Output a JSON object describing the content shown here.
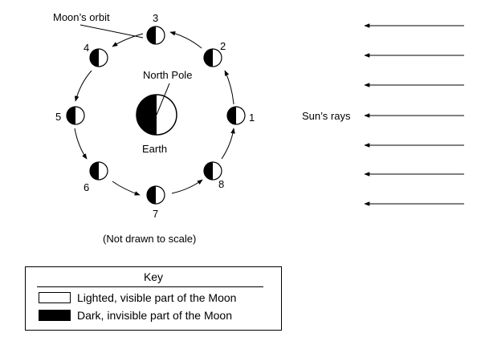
{
  "labels": {
    "moons_orbit": "Moon’s orbit",
    "north_pole": "North Pole",
    "earth": "Earth",
    "suns_rays": "Sun’s rays",
    "scale_note": "(Not drawn to scale)"
  },
  "positions": [
    {
      "number": "1"
    },
    {
      "number": "2"
    },
    {
      "number": "3"
    },
    {
      "number": "4"
    },
    {
      "number": "5"
    },
    {
      "number": "6"
    },
    {
      "number": "7"
    },
    {
      "number": "8"
    }
  ],
  "key": {
    "title": "Key",
    "lighted": "Lighted, visible part of the Moon",
    "dark": "Dark, invisible part of the Moon"
  },
  "colors": {
    "lit": "#ffffff",
    "dark": "#000000"
  }
}
